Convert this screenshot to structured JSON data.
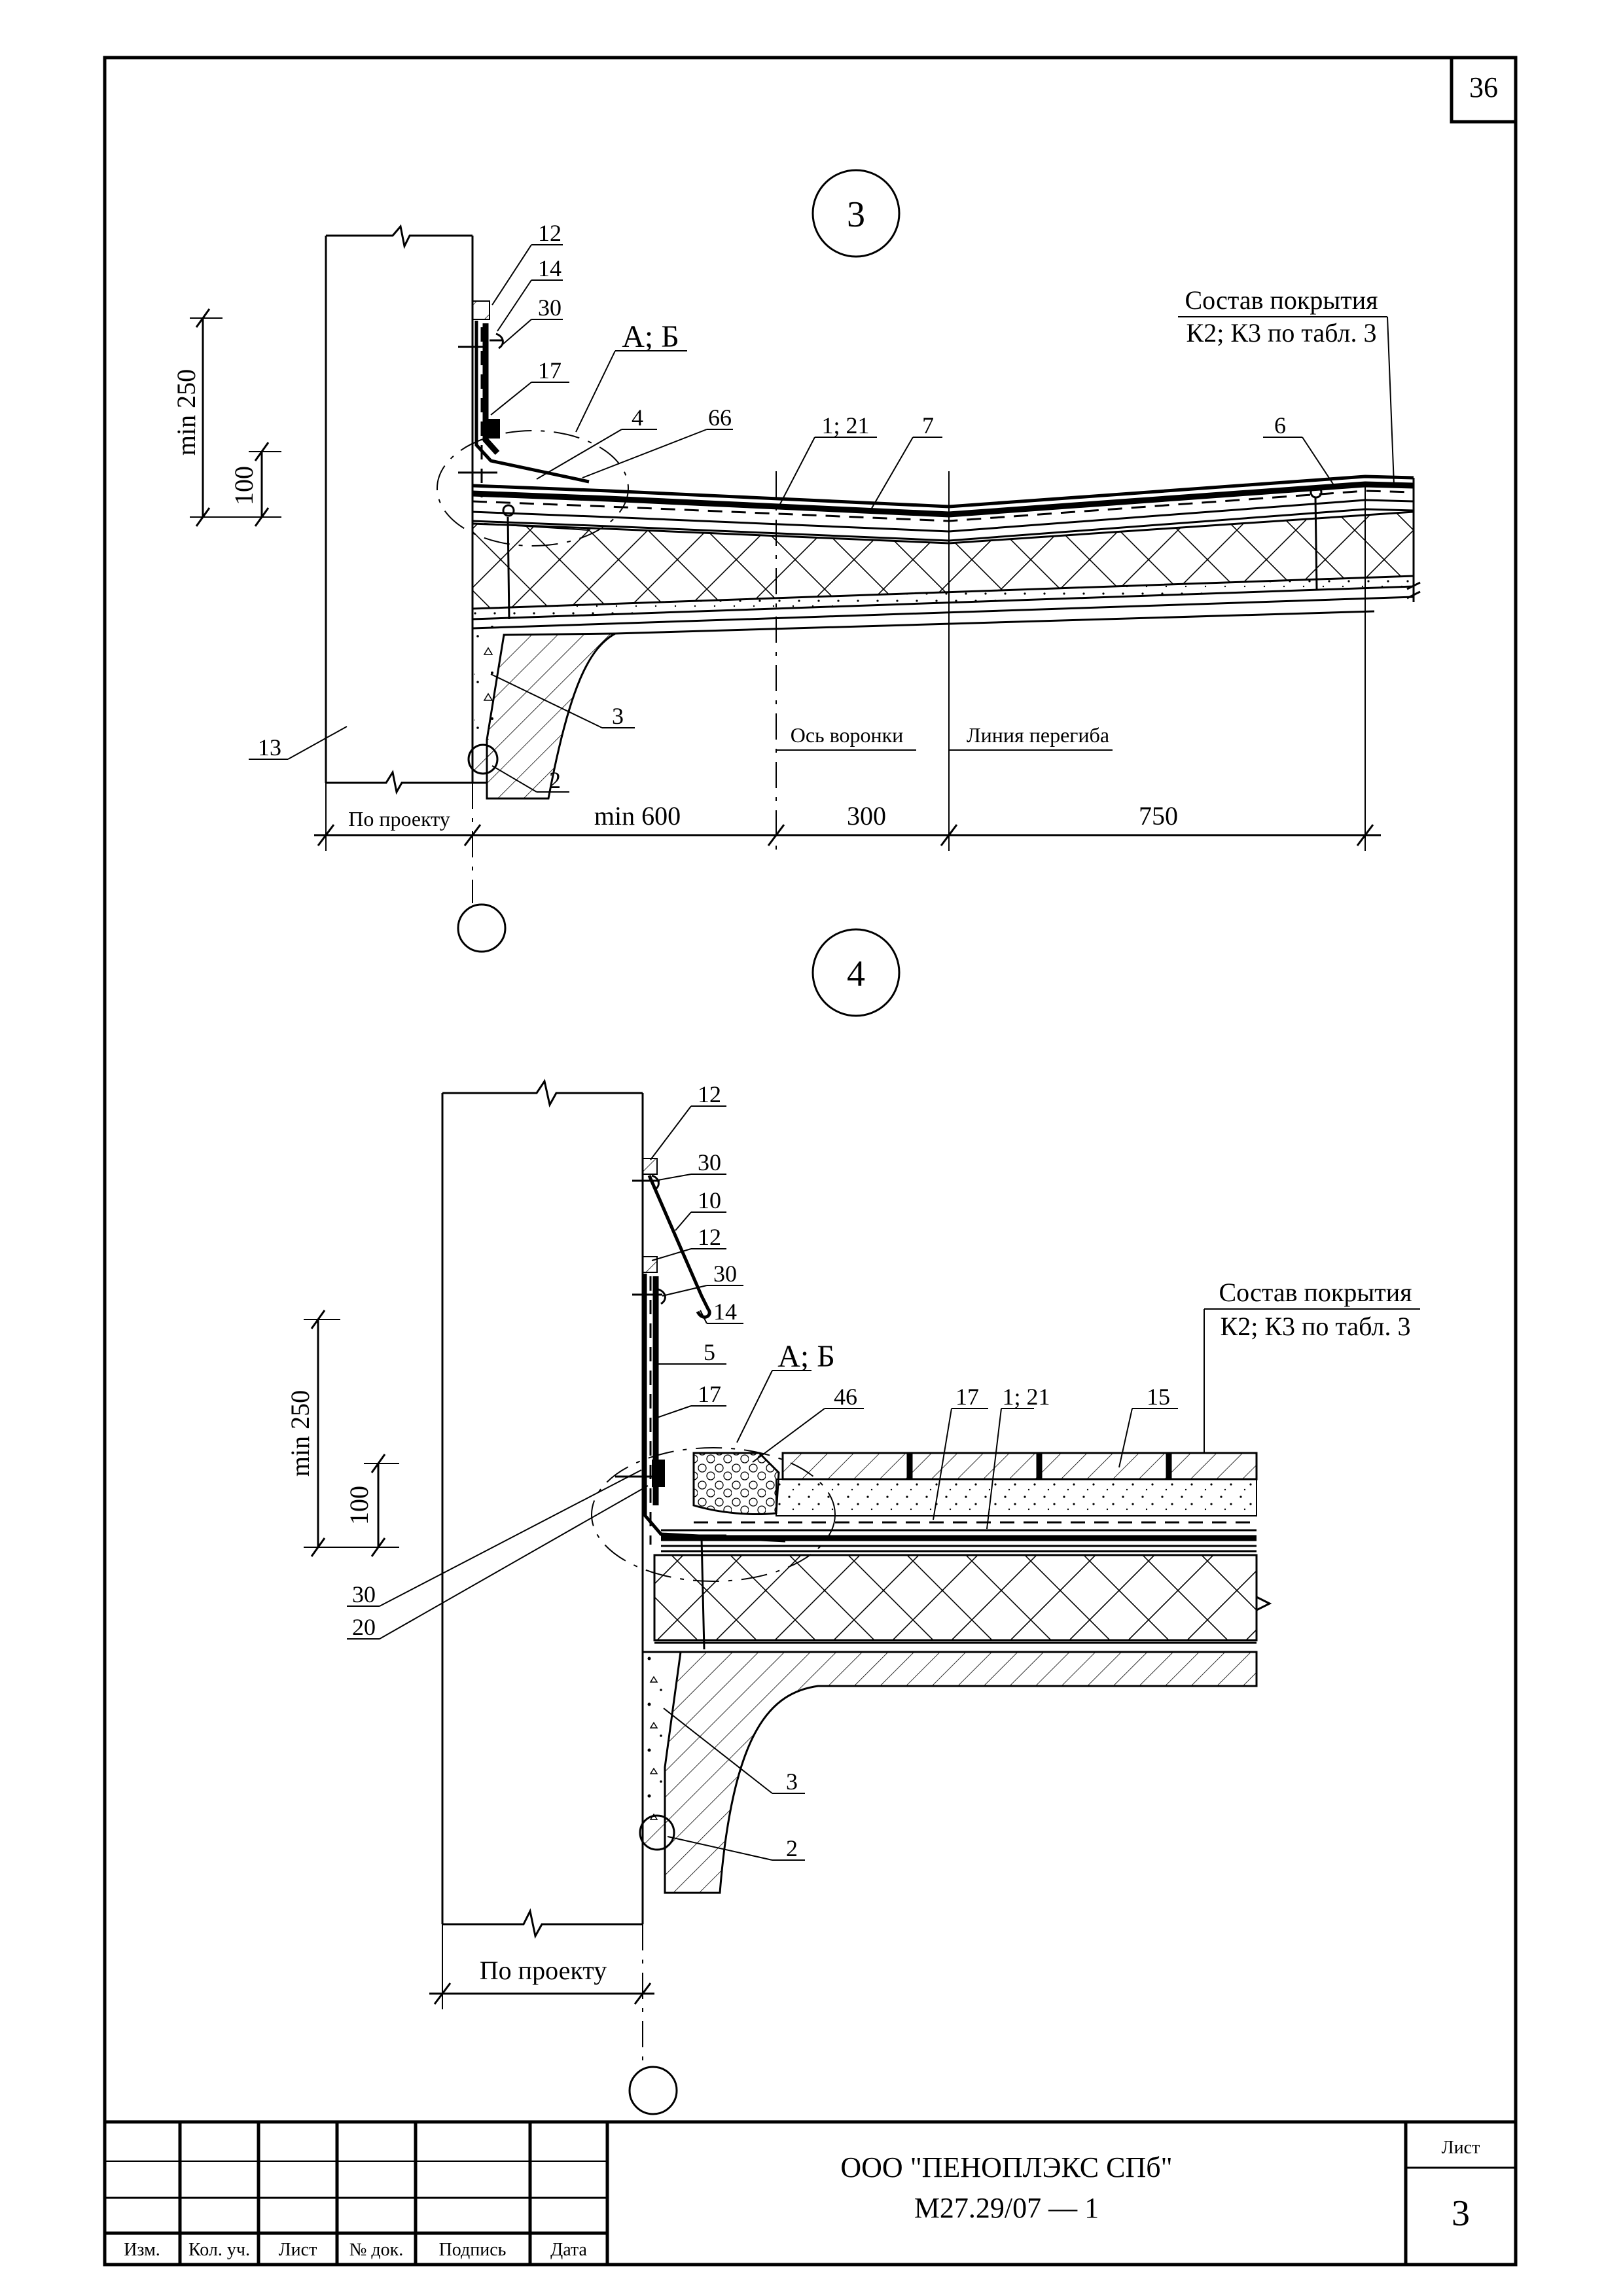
{
  "sheet": {
    "page_number": "36",
    "company": "ООО \"ПЕНОПЛЭКС СПб\"",
    "doc_code": "М27.29/07 — 1",
    "list_label": "Лист",
    "list_number": "3",
    "stamp_headers": [
      "Изм.",
      "Кол. уч.",
      "Лист",
      "№ док.",
      "Подпись",
      "Дата"
    ]
  },
  "detail3": {
    "number": "3",
    "callouts": [
      "12",
      "14",
      "30",
      "17",
      "А; Б",
      "4",
      "66",
      "1; 21",
      "7",
      "6",
      "3",
      "2",
      "13"
    ],
    "roof_note_line1": "Состав покрытия",
    "roof_note_line2": "К2; К3 по табл. 3",
    "dim_min250": "min 250",
    "dim_100": "100",
    "axis_funnel": "Ось воронки",
    "bend_line": "Линия перегиба",
    "dim_by_project": "По проекту",
    "dim_min600": "min 600",
    "dim_300": "300",
    "dim_750": "750"
  },
  "detail4": {
    "number": "4",
    "callouts": [
      "12",
      "30",
      "10",
      "12",
      "30",
      "14",
      "5",
      "17",
      "А; Б",
      "46",
      "17",
      "1; 21",
      "15",
      "30",
      "20",
      "3",
      "2"
    ],
    "roof_note_line1": "Состав покрытия",
    "roof_note_line2": "К2; К3 по табл. 3",
    "dim_min250": "min 250",
    "dim_100": "100",
    "dim_by_project": "По проекту"
  }
}
